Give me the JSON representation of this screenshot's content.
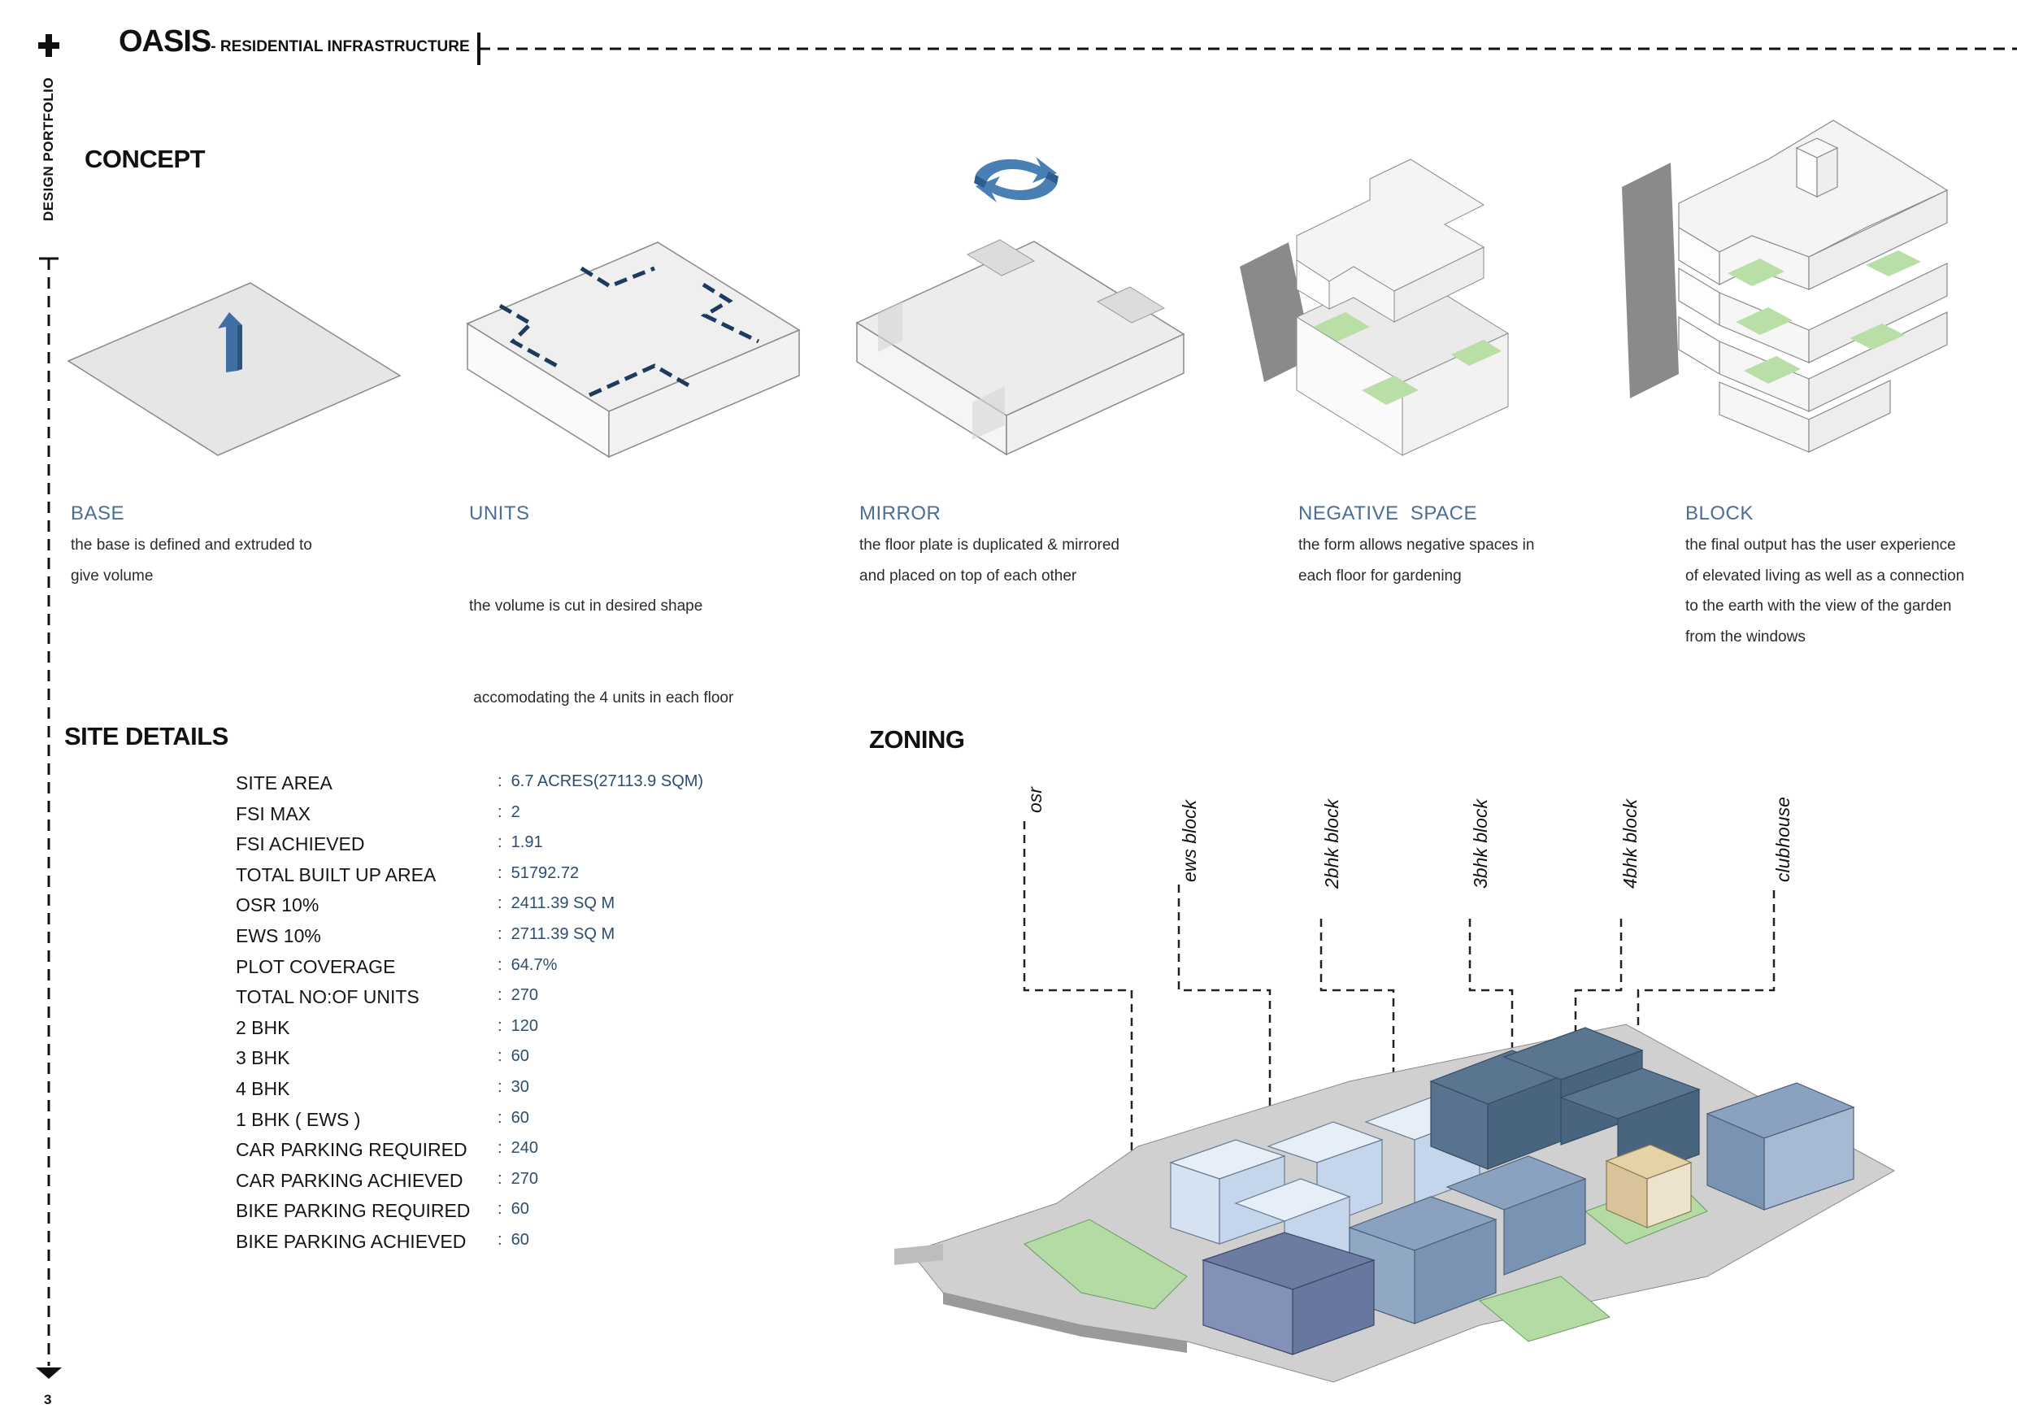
{
  "header": {
    "title": "OASIS",
    "subtitle": "- RESIDENTIAL INFRASTRUCTURE",
    "side_label": "DESIGN PORTFOLIO",
    "page_number": "3"
  },
  "concept": {
    "title": "CONCEPT",
    "steps": [
      {
        "title": "BASE",
        "desc": [
          "the base is defined and extruded to",
          "give volume"
        ]
      },
      {
        "title": "UNITS",
        "desc": [
          "the volume is cut in desired shape",
          " accomodating the 4 units in each floor"
        ]
      },
      {
        "title": "MIRROR",
        "desc": [
          "the floor plate is duplicated & mirrored",
          "and placed on top of each other"
        ]
      },
      {
        "title": "NEGATIVE  SPACE",
        "desc": [
          "the form allows negative spaces in",
          "each floor for gardening"
        ]
      },
      {
        "title": "BLOCK",
        "desc": [
          "the final output has the user experience",
          "of elevated living as well as a connection",
          "to the earth with the view of the garden",
          "from the windows"
        ]
      }
    ]
  },
  "site_details": {
    "title": "SITE DETAILS",
    "rows": [
      {
        "label": "SITE AREA",
        "value": "6.7 ACRES(27113.9 SQM)"
      },
      {
        "label": "FSI MAX",
        "value": "2"
      },
      {
        "label": "FSI ACHIEVED",
        "value": "1.91"
      },
      {
        "label": "TOTAL BUILT UP AREA",
        "value": "51792.72"
      },
      {
        "label": "OSR 10%",
        "value": "2411.39 SQ M"
      },
      {
        "label": "EWS 10%",
        "value": "2711.39 SQ M"
      },
      {
        "label": "PLOT COVERAGE",
        "value": "64.7%"
      },
      {
        "label": "TOTAL NO:OF UNITS",
        "value": "270"
      },
      {
        "label": "2 BHK",
        "value": "120"
      },
      {
        "label": "3 BHK",
        "value": "60"
      },
      {
        "label": "4 BHK",
        "value": "30"
      },
      {
        "label": "1 BHK ( EWS )",
        "value": "60"
      },
      {
        "label": "CAR PARKING REQUIRED",
        "value": "240"
      },
      {
        "label": "CAR PARKING ACHIEVED",
        "value": "270"
      },
      {
        "label": "BIKE PARKING REQUIRED",
        "value": "60"
      },
      {
        "label": "BIKE PARKING ACHIEVED",
        "value": "60"
      }
    ]
  },
  "zoning": {
    "title": "ZONING",
    "labels": [
      "osr",
      "ews block",
      "2bhk block",
      "3bhk block",
      "4bhk block",
      "clubhouse"
    ]
  },
  "colors": {
    "accent_blue": "#4a6e96",
    "value_blue": "#2e4d6e",
    "garden_green": "#b9dea6",
    "block_pale": "#c9d8ea",
    "block_mid": "#7e94b2",
    "block_dark": "#4d6680",
    "clubhouse": "#d9c69a"
  }
}
